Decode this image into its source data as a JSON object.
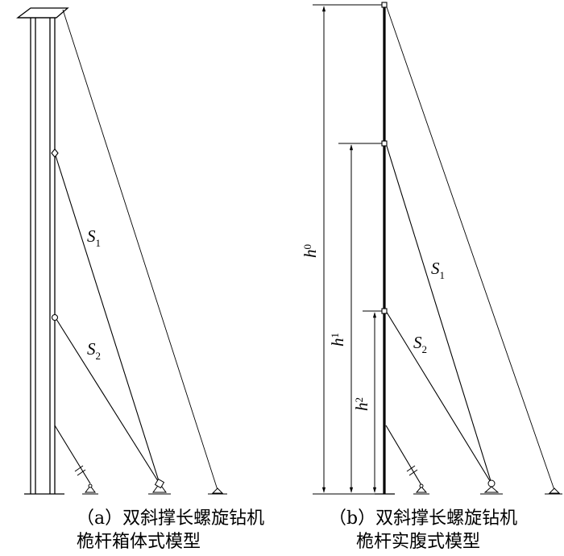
{
  "diagram_a": {
    "labels": {
      "s1_main": "S",
      "s1_sub": "1",
      "s2_main": "S",
      "s2_sub": "2"
    },
    "caption_line1": "（a）双斜撑长螺旋钻机",
    "caption_line2": "桅杆箱体式模型"
  },
  "diagram_b": {
    "labels": {
      "h0_main": "h",
      "h0_sub": "0",
      "h1_main": "h",
      "h1_sub": "1",
      "h2_main": "h",
      "h2_sub": "2",
      "s1_main": "S",
      "s1_sub": "1",
      "s2_main": "S",
      "s2_sub": "2"
    },
    "caption_line1": "（b）双斜撑长螺旋钻机",
    "caption_line2": "桅杆实腹式模型"
  }
}
